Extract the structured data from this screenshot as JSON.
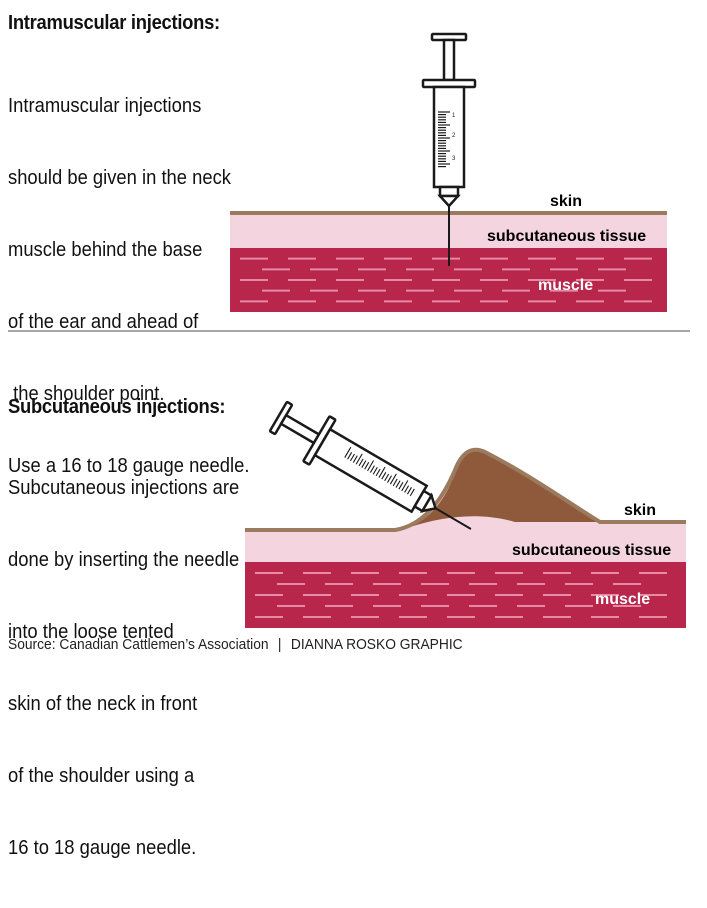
{
  "intramuscular": {
    "heading": "Intramuscular injections:",
    "lines": [
      "Intramuscular injections",
      "should be given in the neck",
      "muscle behind the base",
      "of the ear and ahead of",
      " the shoulder point.",
      "Use a 16 to 18 gauge needle."
    ],
    "labels": {
      "skin": "skin",
      "subcutaneous": "subcutaneous tissue",
      "muscle": "muscle"
    },
    "syringe_marks": [
      "1",
      "2",
      "3"
    ]
  },
  "subcutaneous": {
    "heading": "Subcutaneous injections:",
    "lines": [
      "Subcutaneous injections are",
      "done by inserting the needle",
      "into the loose tented",
      "skin of the neck in front",
      "of the shoulder using a",
      "16 to 18 gauge needle."
    ],
    "labels": {
      "skin": "skin",
      "subcutaneous": "subcutaneous tissue",
      "muscle": "muscle"
    }
  },
  "footer": {
    "source": "Source: Canadian Cattlemen’s Association",
    "separator": "|",
    "credit": "DIANNA ROSKO GRAPHIC"
  },
  "colors": {
    "skin_line": "#9c7a5e",
    "subcutaneous": "#f3d4df",
    "muscle": "#b8264b",
    "muscle_stripe": "#e58aa2",
    "tent": "#8f5a3c",
    "divider": "#8a8a8a"
  }
}
